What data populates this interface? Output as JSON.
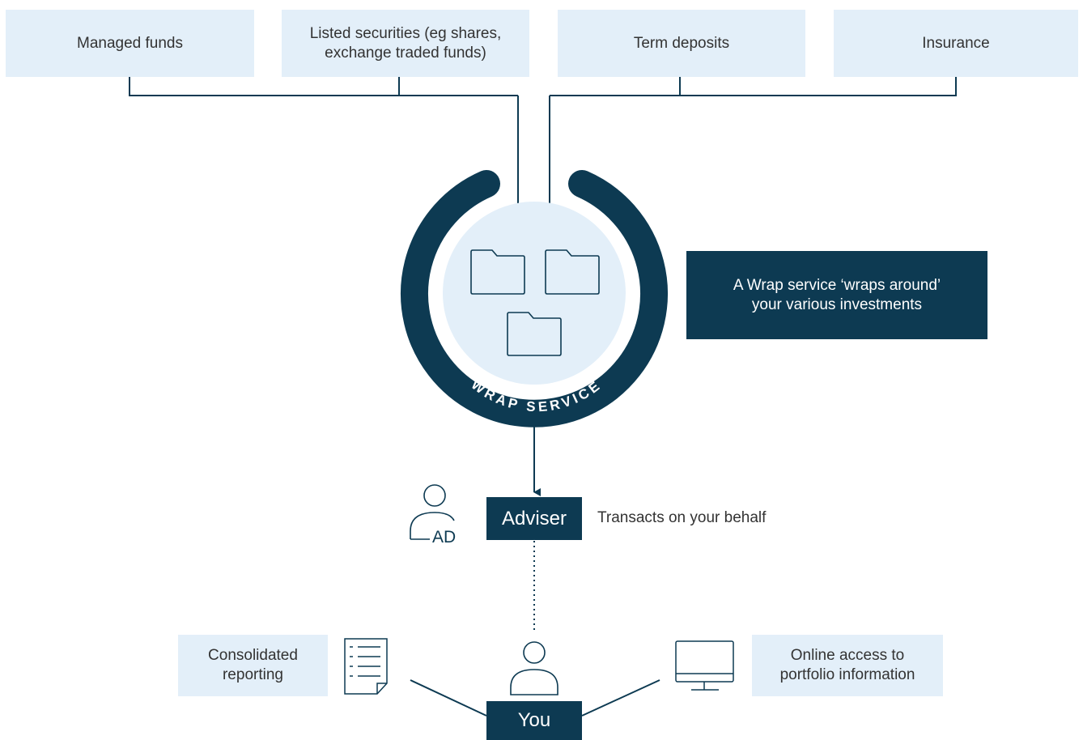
{
  "investments": [
    {
      "label": "Managed funds"
    },
    {
      "label_line1": "Listed securities (eg shares,",
      "label_line2": "exchange traded funds)"
    },
    {
      "label": "Term deposits"
    },
    {
      "label": "Insurance"
    }
  ],
  "wrap": {
    "ring_text": "WRAP SERVICE",
    "description_line1": "A Wrap service ‘wraps around’",
    "description_line2": "your various investments"
  },
  "adviser": {
    "label": "Adviser",
    "icon_initials": "AD",
    "note": "Transacts on your behalf"
  },
  "you": {
    "label": "You"
  },
  "reporting": {
    "line1": "Consolidated",
    "line2": "reporting"
  },
  "online": {
    "line1": "Online access to",
    "line2": "portfolio information"
  },
  "colors": {
    "dark_navy": "#0d3a52",
    "light_blue": "#e3eff9",
    "text_gray": "#333333"
  }
}
